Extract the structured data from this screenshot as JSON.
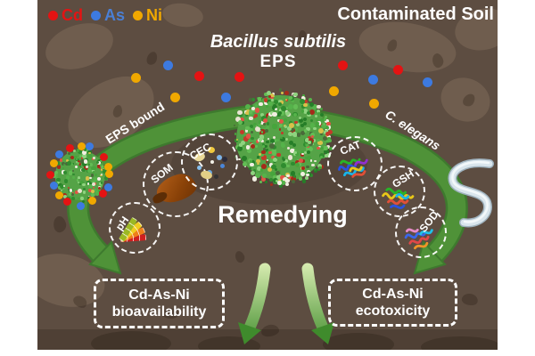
{
  "palette": {
    "cd_red": "#e41313",
    "as_blue": "#4a7fd4",
    "ni_yellow": "#f0a800",
    "arrow_green": "#4f9238",
    "soil_brown": "#5d4d41",
    "text_white": "#ffffff"
  },
  "legend": {
    "items": [
      {
        "id": "cd",
        "label": "Cd",
        "color": "#e41313"
      },
      {
        "id": "as",
        "label": "As",
        "color": "#4a7fd4"
      },
      {
        "id": "ni",
        "label": "Ni",
        "color": "#f0a800"
      }
    ]
  },
  "scene_title": "Contaminated Soil",
  "source": {
    "organism_name": "Bacillus subtilis",
    "material_label": "EPS"
  },
  "process_label": "Remedying",
  "left_pathway": {
    "arc_label": "EPS bound",
    "factors": [
      {
        "label": "SOM"
      },
      {
        "label": "CEC"
      },
      {
        "label": "pH"
      }
    ]
  },
  "right_pathway": {
    "arc_label": "C. elegans",
    "factors": [
      {
        "label": "CAT"
      },
      {
        "label": "GSH"
      },
      {
        "label": "SOD"
      }
    ]
  },
  "outcomes": {
    "left": {
      "line1": "Cd-As-Ni",
      "line2": "bioavailability"
    },
    "right": {
      "line1": "Cd-As-Ni",
      "line2": "ecotoxicity"
    }
  }
}
